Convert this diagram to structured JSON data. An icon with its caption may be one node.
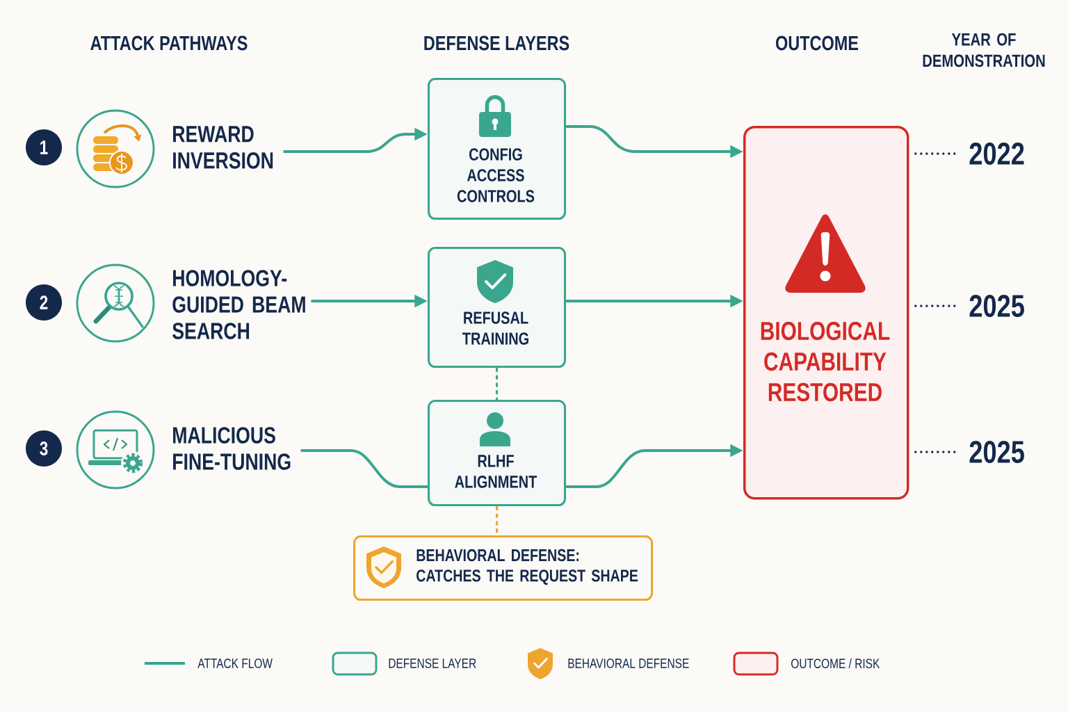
{
  "diagram": {
    "nodes": [
      {
        "text": [
          "1"
        ]
      },
      {
        "text": [
          "REWARD INVERSION"
        ]
      },
      {
        "text": [
          "2"
        ]
      },
      {
        "text": [
          "HOMOLOGY-GUIDED BEAM SEARCH"
        ]
      },
      {
        "text": [
          "3"
        ]
      },
      {
        "text": [
          "MALICIOUS FINE-TUNING"
        ]
      },
      {
        "text": [
          "CONFIG ACCESS CONTROLS"
        ]
      },
      {
        "text": [
          "REFUSAL TRAINING"
        ]
      },
      {
        "text": [
          "RLHF ALIGNMENT"
        ]
      },
      {
        "text": [
          "BEHAVIORAL DEFENSE: CATCHES THE REQUEST SHAPE"
        ]
      },
      {
        "text": [
          "BIOLOGICAL CAPABILITY RESTORED"
        ]
      },
      {
        "text": [
          "2022"
        ]
      },
      {
        "text": [
          "2025"
        ]
      },
      {
        "text": [
          "2025"
        ]
      }
    ],
    "edges": [
      {
        "from": 1,
        "to": 6,
        "arrow": "to"
      },
      {
        "from": 6,
        "to": 10,
        "arrow": "to"
      },
      {
        "from": 3,
        "to": 7,
        "arrow": "to"
      },
      {
        "from": 7,
        "to": 10,
        "arrow": "to"
      },
      {
        "from": 5,
        "to": 8,
        "arrow": "none"
      },
      {
        "from": 8,
        "to": 10,
        "arrow": "to"
      },
      {
        "from": 7,
        "to": 8,
        "arrow": "none",
        "style": "dashed"
      },
      {
        "from": 8,
        "to": 9,
        "arrow": "none",
        "style": "dashed",
        "color": "#e8a530"
      },
      {
        "from": 10,
        "to": 11,
        "arrow": "none",
        "style": "dashed",
        "color": "#14284b"
      },
      {
        "from": 10,
        "to": 12,
        "arrow": "none",
        "style": "dashed",
        "color": "#14284b"
      },
      {
        "from": 10,
        "to": 13,
        "arrow": "none",
        "style": "dashed",
        "color": "#14284b"
      }
    ],
    "labels": [
      "ATTACK PATHWAYS",
      "DEFENSE LAYERS",
      "OUTCOME",
      "YEAR OF DEMONSTRATION"
    ],
    "legend": [
      {
        "text": "ATTACK FLOW"
      },
      {
        "text": "DEFENSE LAYER"
      },
      {
        "text": "BEHAVIORAL DEFENSE"
      },
      {
        "text": "OUTCOME / RISK"
      }
    ]
  }
}
